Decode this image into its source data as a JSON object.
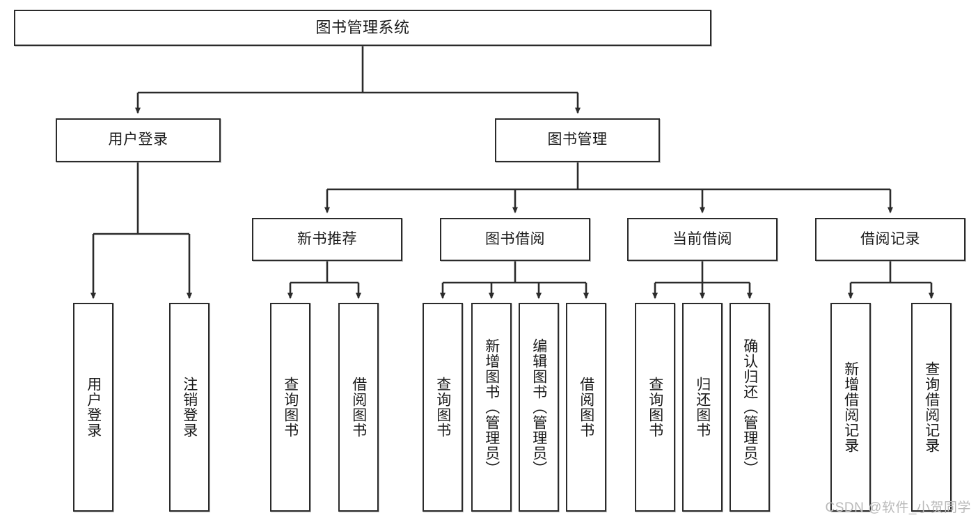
{
  "diagram": {
    "title": "图书管理系统",
    "type": "tree-hierarchy",
    "root": {
      "id": "root",
      "label": "图书管理系统"
    },
    "level2": [
      {
        "id": "user-login",
        "label": "用户登录"
      },
      {
        "id": "book-manage",
        "label": "图书管理"
      }
    ],
    "level3": [
      {
        "id": "new-book-rec",
        "label": "新书推荐",
        "parent": "book-manage"
      },
      {
        "id": "book-borrow",
        "label": "图书借阅",
        "parent": "book-manage"
      },
      {
        "id": "current-borrow",
        "label": "当前借阅",
        "parent": "book-manage"
      },
      {
        "id": "borrow-record",
        "label": "借阅记录",
        "parent": "book-manage"
      }
    ],
    "leaves": [
      {
        "id": "leaf-user-login",
        "label": "用户登录",
        "parent": "user-login"
      },
      {
        "id": "leaf-logout",
        "label": "注销登录",
        "parent": "user-login"
      },
      {
        "id": "leaf-query-book-1",
        "label": "查询图书",
        "parent": "new-book-rec"
      },
      {
        "id": "leaf-borrow-book-1",
        "label": "借阅图书",
        "parent": "new-book-rec"
      },
      {
        "id": "leaf-query-book-2",
        "label": "查询图书",
        "parent": "book-borrow"
      },
      {
        "id": "leaf-add-book",
        "label": "新增图书（管理员）",
        "parent": "book-borrow"
      },
      {
        "id": "leaf-edit-book",
        "label": "编辑图书（管理员）",
        "parent": "book-borrow"
      },
      {
        "id": "leaf-borrow-book-2",
        "label": "借阅图书",
        "parent": "book-borrow"
      },
      {
        "id": "leaf-query-book-3",
        "label": "查询图书",
        "parent": "current-borrow"
      },
      {
        "id": "leaf-return-book",
        "label": "归还图书",
        "parent": "current-borrow"
      },
      {
        "id": "leaf-confirm-return",
        "label": "确认归还（管理员）",
        "parent": "current-borrow"
      },
      {
        "id": "leaf-add-record",
        "label": "新增借阅记录",
        "parent": "borrow-record"
      },
      {
        "id": "leaf-query-record",
        "label": "查询借阅记录",
        "parent": "borrow-record"
      }
    ],
    "colors": {
      "stroke": "#2b2b2b",
      "fill": "#ffffff",
      "text": "#1a1a1a",
      "watermark": "#b9b9b9"
    }
  },
  "watermark": {
    "text": "CSDN @软件_小贺同学"
  }
}
